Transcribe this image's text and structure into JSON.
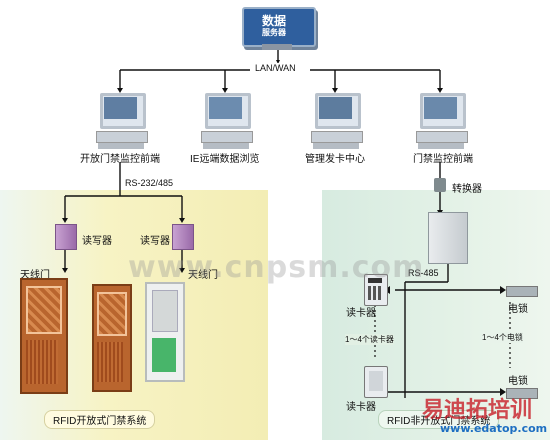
{
  "server": {
    "line1": "数据",
    "line2": "服务器"
  },
  "network": "LAN/WAN",
  "clients": [
    {
      "label": "开放门禁监控前端"
    },
    {
      "label": "IE远端数据浏览"
    },
    {
      "label": "管理发卡中心"
    },
    {
      "label": "门禁监控前端"
    }
  ],
  "left": {
    "bus": "RS-232/485",
    "reader_left": "读写器",
    "reader_right": "读写器",
    "antenna_left": "天线门",
    "antenna_right": "天线门",
    "caption": "RFID开放式门禁系统"
  },
  "right": {
    "converter": "转换器",
    "bus": "RS-485",
    "reader_top": "读卡器",
    "reader_bottom": "读卡器",
    "reader_range": "1～4个读卡器",
    "lock_top": "电锁",
    "lock_bottom": "电锁",
    "lock_range": "1～4个电锁",
    "caption": "RFID非开放式门禁系统"
  },
  "watermark": {
    "center": "www.cnpsm.com",
    "brand": "易迪拓培训",
    "url": "www.edatop.com"
  },
  "colors": {
    "left_panel": "#f7f3c4",
    "right_panel": "#e2f0e4",
    "wire": "#111111",
    "reader": "#b68cc0",
    "door_wood": "#b05a2a",
    "door_glass": "#48b56a"
  }
}
